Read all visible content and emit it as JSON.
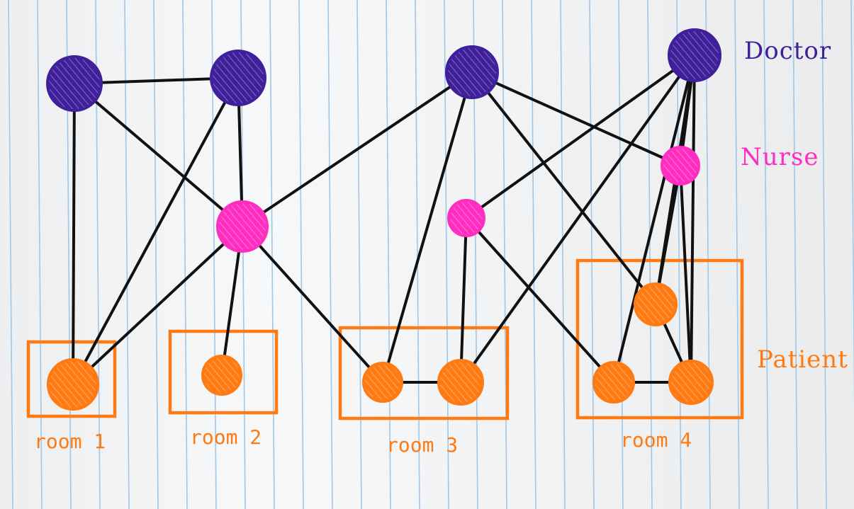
{
  "colors": {
    "doctor": "#3f1f9a",
    "nurse": "#ff2ec0",
    "patient": "#ff7a12",
    "edge": "#111111",
    "room": "#ff7a12",
    "rule": "#9ec7ea"
  },
  "legend": {
    "doctor": "Doctor",
    "nurse": "Nurse",
    "patient": "Patient"
  },
  "rooms": [
    {
      "label": "room 1"
    },
    {
      "label": "room 2"
    },
    {
      "label": "room 3"
    },
    {
      "label": "room 4"
    }
  ]
}
